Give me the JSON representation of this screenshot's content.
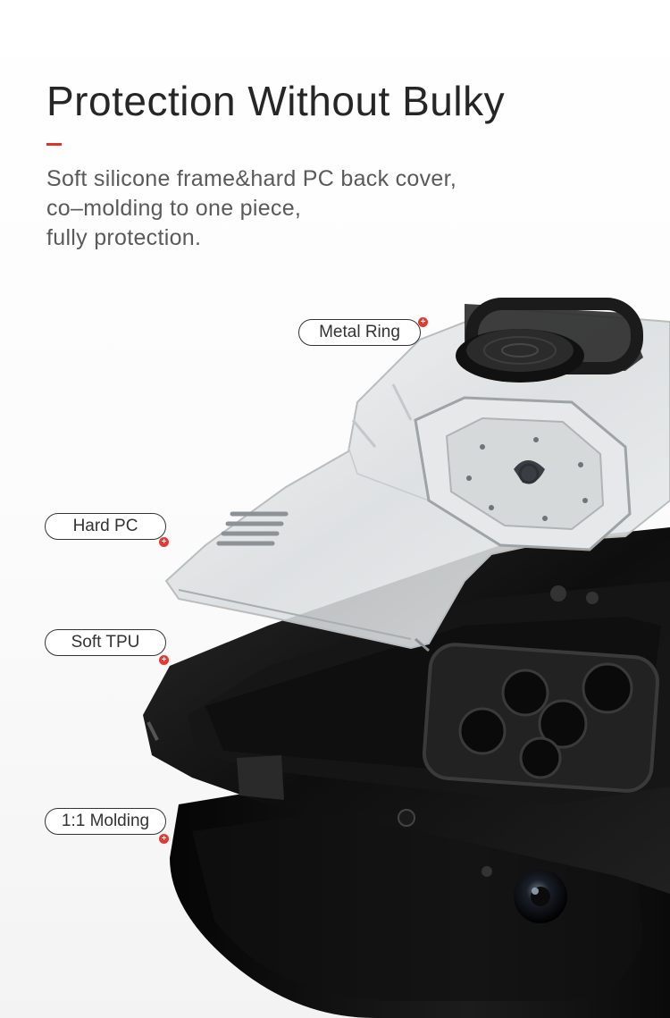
{
  "heading": {
    "title": "Protection Without Bulky",
    "accent_color": "#e0332a"
  },
  "description": {
    "lines": [
      "Soft silicone frame&hard PC back cover,",
      "co–molding to one piece,",
      "fully protection."
    ]
  },
  "callouts": {
    "metal_ring": "Metal Ring",
    "hard_pc": "Hard PC",
    "soft_tpu": "Soft TPU",
    "molding": "1:1 Molding"
  },
  "marker_color": "#e23a30"
}
